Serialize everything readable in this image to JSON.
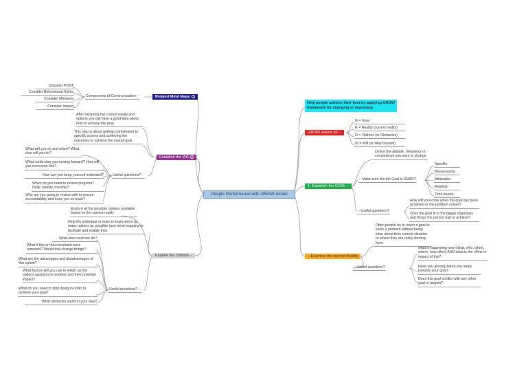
{
  "center": "People Performance with GROW model",
  "related": {
    "label": "Related Mind Maps",
    "icon": "link-icon",
    "group": "Components of Communication",
    "items": [
      "Consider POST",
      "Consider Behavioural Styles",
      "Consider Mindsets",
      "Consider Impact"
    ]
  },
  "will": {
    "label": "Establish the Will",
    "notes": [
      "After exploring the current reality and options you will have a good idea about how to achieve the goal.",
      "This step is about getting commitment to specific actions and achieving the outcomes to achieve the overall goal."
    ],
    "questions_label": "Useful questions?",
    "questions": [
      "What will you do and when? What else will you do?",
      "What could stop you moving forward? How will you overcome this?",
      "How can you keep yourself motivated?",
      "When do you need to review progress? Daily, weekly, monthly?",
      "Who are you going to review with to ensure accountability and keep you on track?"
    ]
  },
  "options": {
    "label": "Explore the Options",
    "notes": [
      "Explore all the possible options available based on the current reality",
      "Help the individual or team to brain storm as many options as possible (use mind mapping to facilitate and enable this)."
    ],
    "questions_label": "Useful questions?",
    "questions": [
      "What else could we do?",
      "What if this or that constraint were removed? Would that change things?",
      "What are the advantages and disadvantages of this option?",
      "What factors will you use to weigh up the options against one another and their potential impact?",
      "What do you need to stop doing in order to achieve your goal?",
      "What obstacles stand in your way?"
    ]
  },
  "help": "Help people achieve their best by applying GROW framework for changing or improving",
  "grow": {
    "label": "GROW stands for",
    "items": [
      "G = Goal",
      "R = Reality (current reality)",
      "O = Options (or Obstacles)",
      "W = Will (or Way forward)"
    ]
  },
  "goal": {
    "label": "1. Establish the GOAL",
    "define": "Define the attitude, behaviour or competence you want to change",
    "smart_label": "Make sure the the Goal is SMART",
    "smart": [
      "Specific",
      "Measureable",
      "Attainable",
      "Realistic",
      "Time bound"
    ],
    "questions_label": "Useful questions?",
    "questions": [
      "How will you know when the goal has been achieved or the problem solved?",
      "Does the goal fit in the bigger objectives and things the person had to achieve?"
    ]
  },
  "reality": {
    "label": "Examine the current Reality",
    "note": "Often people try to reach a goal or solve a problem without being clear about their current situation or where they are really starting from.",
    "questions_label": "Useful questions?",
    "questions": [
      "what is happening now (what, who, when, where, how often) AND what is the effect or impact of this?",
      "Have you already taken any steps towards your goal?",
      "Does this goal conflict with any other goal or targets?"
    ]
  },
  "colors": {
    "related": "#1a1a8c",
    "will": "#8b2f8b",
    "options": "#d6d6d6",
    "grow": "#e02020",
    "goal": "#1fa64a",
    "reality": "#f7a623",
    "help": "#1ee3f0",
    "center": "#a9c7e6"
  }
}
